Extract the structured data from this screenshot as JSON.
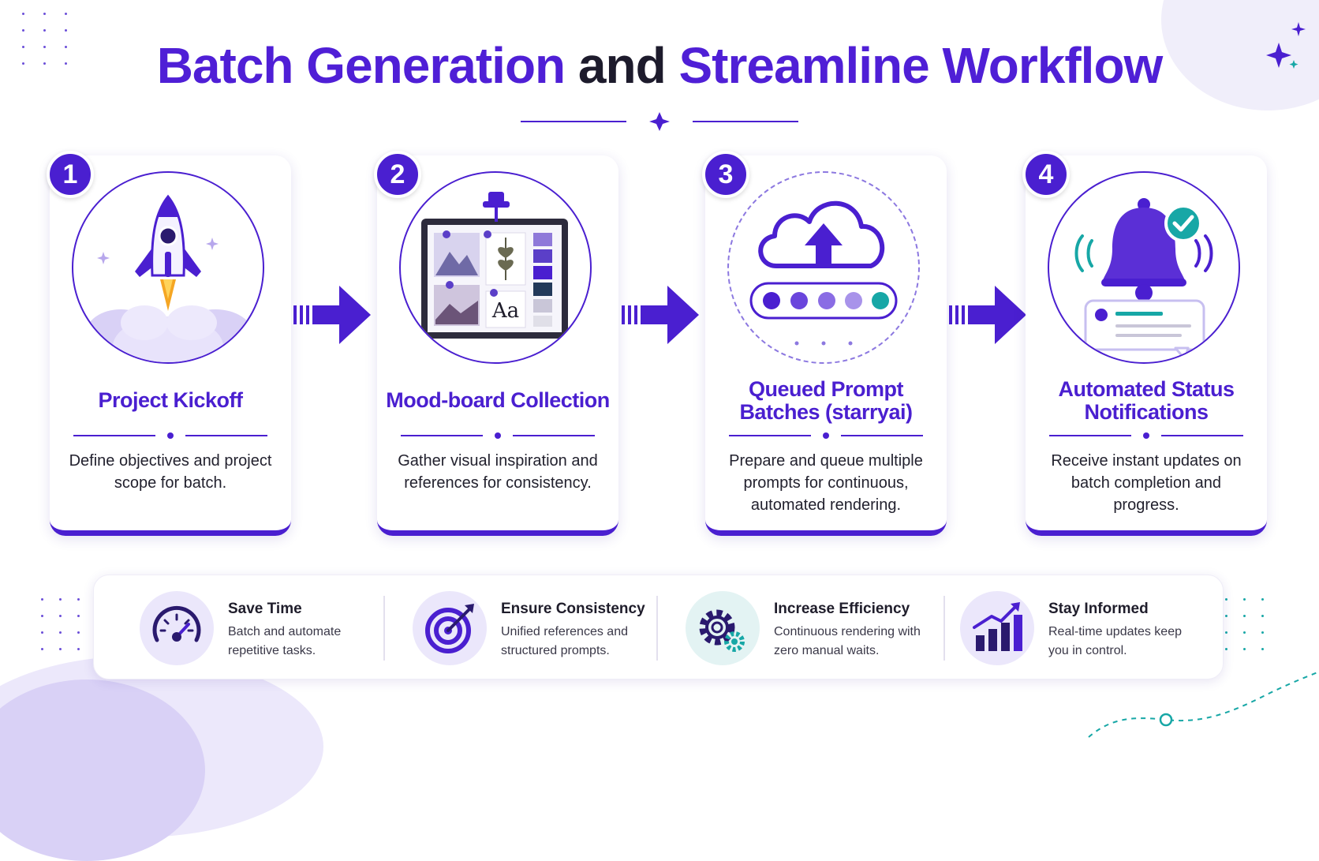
{
  "title": {
    "part1": "Batch Generation",
    "part2": "and",
    "part3": "Streamline Workflow"
  },
  "colors": {
    "primary": "#4a1fd0",
    "accent": "#4f1fd6",
    "teal": "#17a7a6",
    "soft": "#ebe7fb"
  },
  "steps": [
    {
      "number": "1",
      "title": "Project Kickoff",
      "description": "Define objectives and project scope for batch.",
      "icon": "rocket-icon"
    },
    {
      "number": "2",
      "title": "Mood-board Collection",
      "description": "Gather visual inspiration and references for consistency.",
      "icon": "moodboard-icon",
      "board_text": "Aa"
    },
    {
      "number": "3",
      "title": "Queued Prompt Batches (starryai)",
      "description": "Prepare and queue multiple prompts for continuous, automated rendering.",
      "icon": "cloud-upload-icon"
    },
    {
      "number": "4",
      "title": "Automated Status Notifications",
      "description": "Receive instant updates on batch completion and progress.",
      "icon": "bell-icon"
    }
  ],
  "benefits": [
    {
      "title": "Save Time",
      "description": "Batch and automate repetitive tasks.",
      "icon": "speedometer-icon"
    },
    {
      "title": "Ensure Consistency",
      "description": "Unified references and structured prompts.",
      "icon": "target-icon"
    },
    {
      "title": "Increase Efficiency",
      "description": "Continuous rendering with zero manual waits.",
      "icon": "gears-icon"
    },
    {
      "title": "Stay Informed",
      "description": "Real-time updates keep you in control.",
      "icon": "growth-chart-icon"
    }
  ]
}
